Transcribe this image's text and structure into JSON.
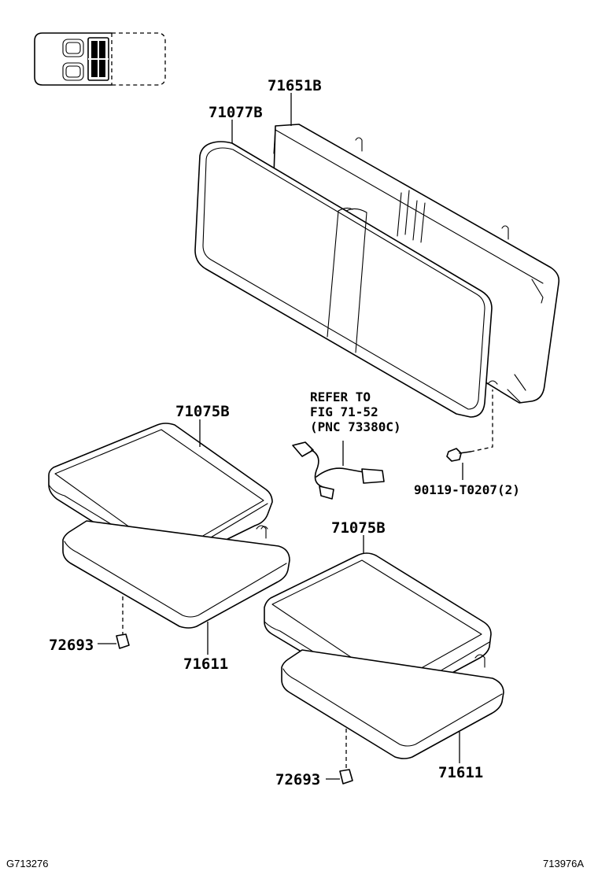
{
  "labels": {
    "backrest_frame": "71651B",
    "backrest_cover": "71077B",
    "cushion_cover_left": "71075B",
    "cushion_cover_right": "71075B",
    "cushion_pad_left": "71611",
    "cushion_pad_right": "71611",
    "clip_left": "72693",
    "clip_right": "72693",
    "bolt": "90119-T0207(2)",
    "refer_line1": "REFER TO",
    "refer_line2": "FIG 71-52",
    "refer_line3": "(PNC 73380C)"
  },
  "footer": {
    "left_code": "G713276",
    "right_code": "713976A"
  },
  "icons": [
    "vehicle-seat-locator-icon",
    "seat-belt-buckle-icon",
    "bolt-icon",
    "clip-icon"
  ]
}
